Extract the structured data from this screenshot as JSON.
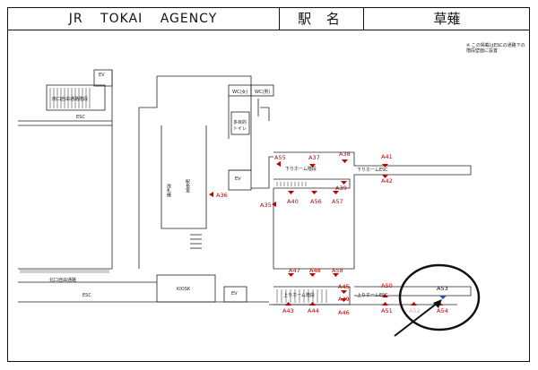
{
  "header": {
    "agency": "JR TOKAI AGENCY",
    "station_label": "駅 名",
    "station_name": "草薙"
  },
  "note": "※ この掲載はESCの通路下の階段壁面に設置",
  "labels": {
    "ev_top": "EV",
    "south_stairs": "南口自由通路階段",
    "esc_top": "ESC",
    "wc_male": "WC(男)",
    "wc_female": "WC(女)",
    "multi_toilet": "多目的トイレ",
    "ev_mid": "EV",
    "station_office": "駅長室",
    "ticket_gate": "改札機",
    "down_stairs": "下りホーム階段",
    "down_esc": "下りホームESC",
    "north_passage": "北口自由通路",
    "esc_bottom": "ESC",
    "kiosk": "KIOSK",
    "ev_bottom": "EV",
    "up_stairs": "上りホーム階段",
    "up_esc": "上りホームESC"
  },
  "codes": [
    "A35",
    "A36",
    "A37",
    "A38",
    "A39",
    "A40",
    "A41",
    "A42",
    "A43",
    "A44",
    "A45",
    "A46",
    "A47",
    "A48",
    "A49",
    "A50",
    "A51",
    "A52",
    "A53",
    "A54",
    "A55",
    "A56",
    "A57",
    "A58"
  ],
  "highlight": {
    "code": "A53",
    "marker_color": "#1f4fb5"
  }
}
